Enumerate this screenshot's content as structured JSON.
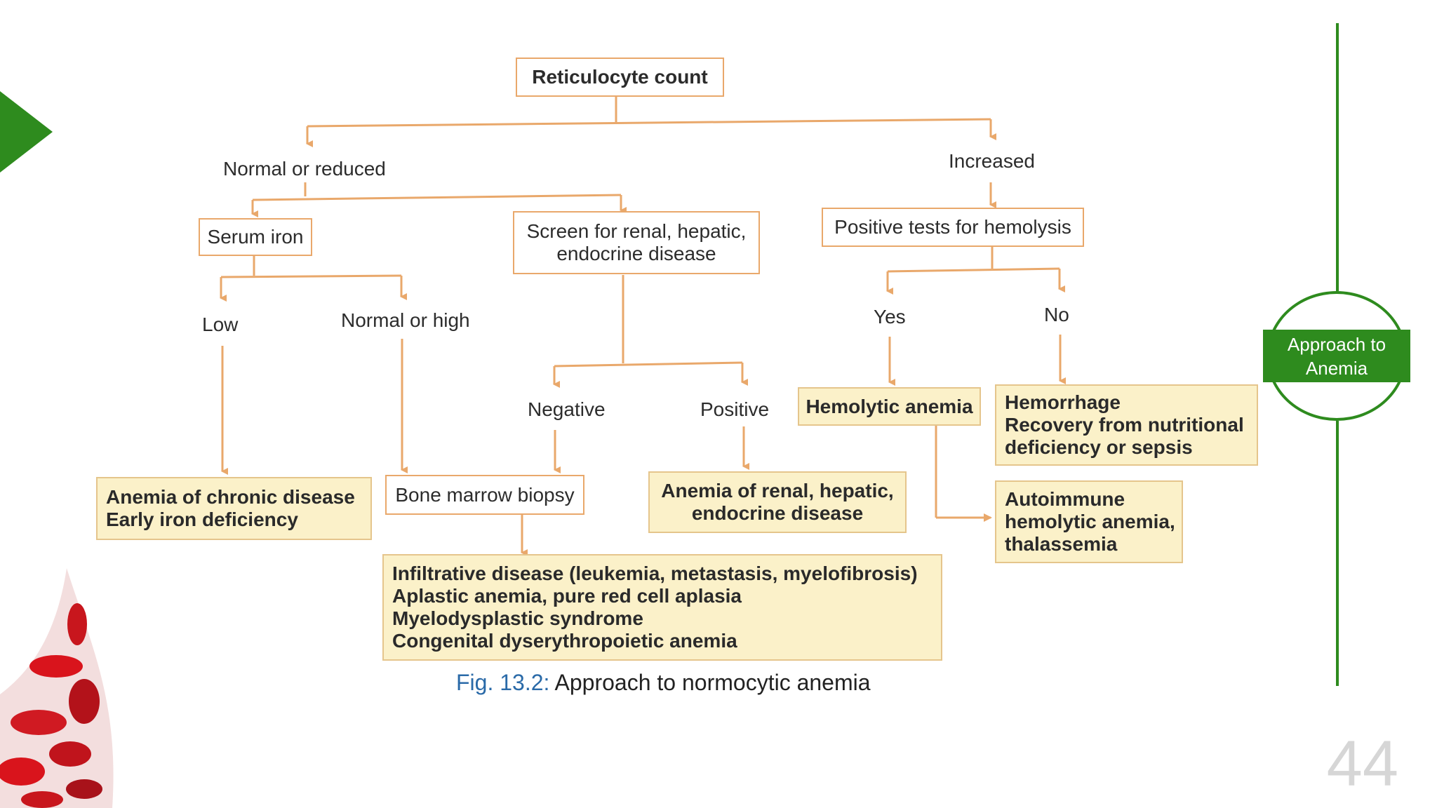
{
  "slide": {
    "badge_text": "Approach to Anemia",
    "page_number": "44"
  },
  "colors": {
    "accent_green": "#2e8b1e",
    "arrow_orange": "#e9a86b",
    "highlight_yellow": "#fbf1c9",
    "caption_blue": "#2a6aa8"
  },
  "flowchart": {
    "root": "Reticulocyte count",
    "normal_or_reduced": "Normal or reduced",
    "increased": "Increased",
    "serum_iron": "Serum iron",
    "screen_disease": "Screen for renal, hepatic, endocrine disease",
    "positive_hemolysis": "Positive tests for hemolysis",
    "low": "Low",
    "normal_or_high": "Normal or high",
    "yes": "Yes",
    "no": "No",
    "negative": "Negative",
    "positive": "Positive",
    "hemolytic_anemia": "Hemolytic anemia",
    "hemorrhage": "Hemorrhage\nRecovery from nutritional\ndeficiency or sepsis",
    "chronic_disease": "Anemia of chronic disease\nEarly iron deficiency",
    "bone_marrow_biopsy": "Bone marrow biopsy",
    "renal_hepatic": "Anemia of renal, hepatic,\nendocrine disease",
    "autoimmune": "Autoimmune\nhemolytic anemia,\nthalassemia",
    "infiltrative": "Infiltrative disease (leukemia, metastasis, myelofibrosis)\nAplastic anemia, pure red cell aplasia\nMyelodysplastic syndrome\nCongenital dyserythropoietic anemia"
  },
  "caption": {
    "fig_label": "Fig. 13.2:",
    "text": "Approach to normocytic anemia"
  }
}
